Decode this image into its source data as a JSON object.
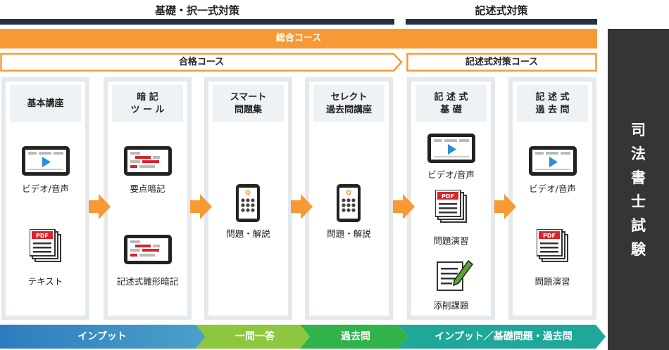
{
  "sections": {
    "basic": "基礎・択一式対策",
    "written": "記述式対策"
  },
  "courses": {
    "sogo": "総合コース",
    "gokaku": "合格コース",
    "kijutsu": "記述式対策コース"
  },
  "columns": [
    {
      "title": "基本講座",
      "items": [
        "ビデオ/音声",
        "テキスト"
      ]
    },
    {
      "title": "暗 記\nツ ー ル",
      "items": [
        "要点暗記",
        "記述式雛形暗記"
      ]
    },
    {
      "title": "スマート\n問題集",
      "items": [
        "問題・解説"
      ]
    },
    {
      "title": "セレクト\n過去問講座",
      "items": [
        "問題・解説"
      ]
    },
    {
      "title": "記 述 式\n基 礎",
      "items": [
        "ビデオ/音声",
        "問題演習",
        "添削課題"
      ]
    },
    {
      "title": "記 述 式\n過 去 問",
      "items": [
        "ビデオ/音声",
        "問題演習"
      ]
    }
  ],
  "stages": [
    "インプット",
    "一問一答",
    "過去問",
    "インプット／基礎問題・過去問"
  ],
  "side_title": "司\n法\n書\n士\n試\n験",
  "icons": {
    "video": "video-player-icon",
    "pdf": "pdf-document-icon",
    "flash": "memorization-tablet-icon",
    "phone": "smartphone-quiz-icon",
    "edit": "correction-paper-icon",
    "pdf_badge": "PDF",
    "quiz_badge": "Q"
  },
  "colors": {
    "dark_bar": "#233142",
    "orange": "#f79a35",
    "stage_blue": "#3a86c4",
    "stage_green": "#8dc63f",
    "stage_green2": "#2fb34a",
    "stage_teal": "#1fa89a",
    "side": "#353535"
  }
}
